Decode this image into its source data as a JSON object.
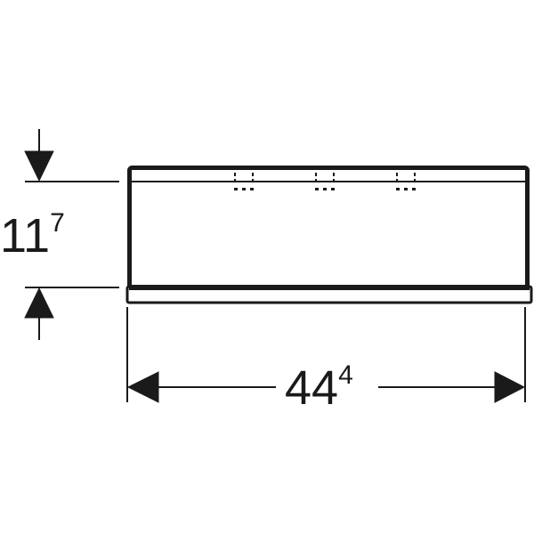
{
  "drawing": {
    "type": "technical dimension drawing",
    "stroke_color": "#1a1a1a",
    "background_color": "#ffffff"
  },
  "dimensions": {
    "height": {
      "main": "11",
      "sup": "7"
    },
    "width": {
      "main": "44",
      "sup": "4"
    }
  },
  "hinges": {
    "count": 3
  }
}
